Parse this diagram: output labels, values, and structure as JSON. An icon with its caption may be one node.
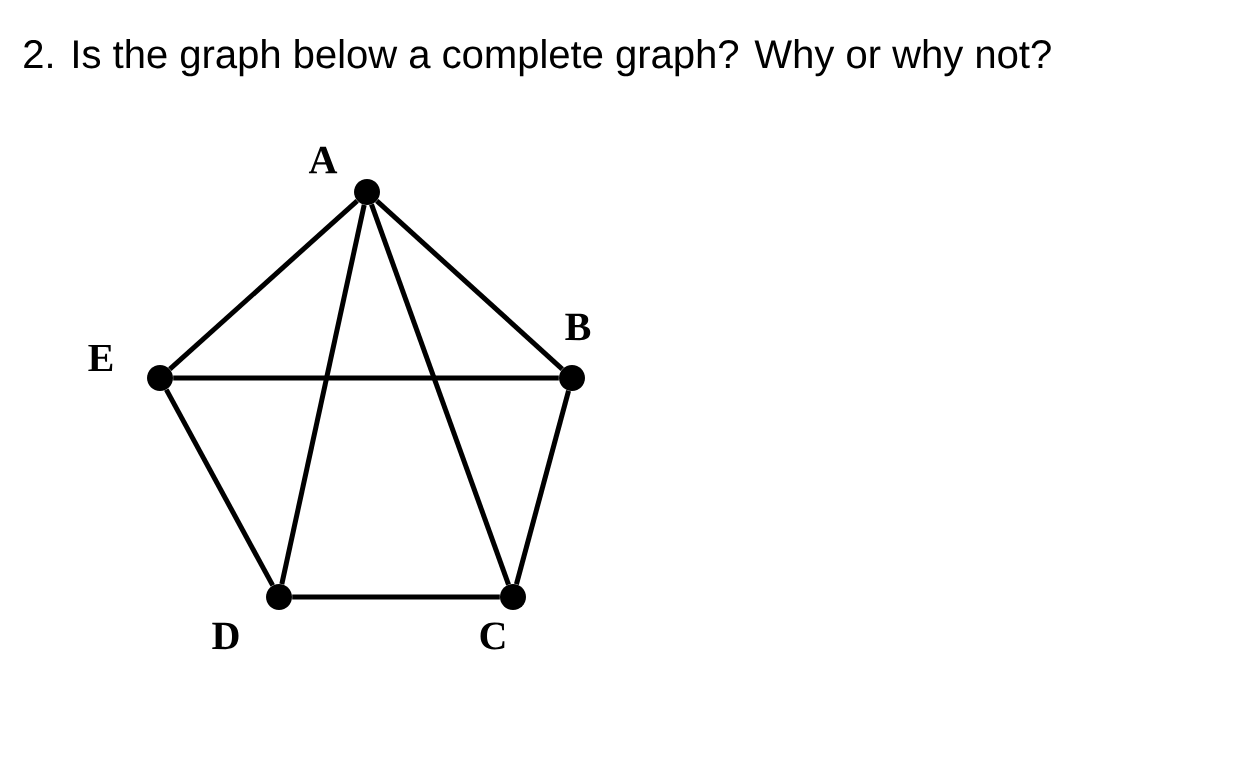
{
  "diagram": {
    "title": "2. Is the graph below a complete graph? Why or why not?",
    "nodes": [
      {
        "text": [],
        "shape": "circle",
        "beside": [
          "A"
        ]
      },
      {
        "text": [],
        "shape": "circle",
        "beside": [
          "B"
        ]
      },
      {
        "text": [],
        "shape": "circle",
        "beside": [
          "C"
        ]
      },
      {
        "text": [],
        "shape": "circle",
        "beside": [
          "D"
        ]
      },
      {
        "text": [],
        "shape": "circle",
        "beside": [
          "E"
        ]
      }
    ],
    "edges": [
      {
        "from": 0,
        "to": 4,
        "arrow": "none"
      },
      {
        "from": 0,
        "to": 1,
        "arrow": "none"
      },
      {
        "from": 0,
        "to": 3,
        "arrow": "none"
      },
      {
        "from": 0,
        "to": 2,
        "arrow": "none"
      },
      {
        "from": 4,
        "to": 1,
        "arrow": "none"
      },
      {
        "from": 4,
        "to": 3,
        "arrow": "none"
      },
      {
        "from": 1,
        "to": 2,
        "arrow": "none"
      },
      {
        "from": 3,
        "to": 2,
        "arrow": "none"
      }
    ]
  }
}
